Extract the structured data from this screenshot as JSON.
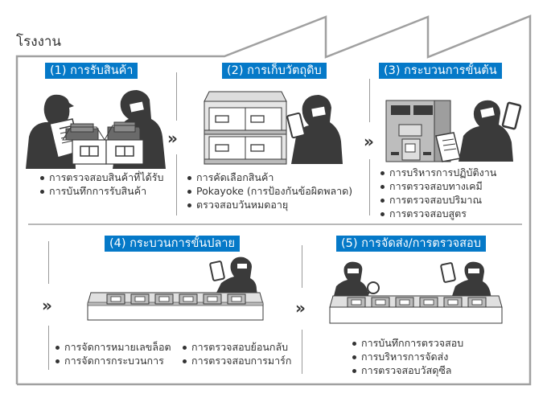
{
  "page_title": "โรงงาน",
  "colors": {
    "accent": "#0579c8",
    "frame": "#a0a0a0",
    "figure": "#3a3a3a",
    "text": "#333333"
  },
  "steps": [
    {
      "label": "(1) การรับสินค้า",
      "items": [
        "การตรวจสอบสินค้าที่ได้รับ",
        "การบันทึกการรับสินค้า"
      ]
    },
    {
      "label": "(2) การเก็บวัตถุดิบ",
      "items": [
        "การคัดเลือกสินค้า",
        "Pokayoke (การป้องกันข้อผิดพลาด)",
        "ตรวจสอบวันหมดอายุ"
      ]
    },
    {
      "label": "(3) กระบวนการขั้นต้น",
      "items": [
        "การบริหารการปฏิบัติงาน",
        "การตรวจสอบทางเคมี",
        "การตรวจสอบปริมาณ",
        "การตรวจสอบสูตร"
      ]
    },
    {
      "label": "(4) กระบวนการขั้นปลาย",
      "items_col1": [
        "การจัดการหมายเลขล็อต",
        "การจัดการกระบวนการ"
      ],
      "items_col2": [
        "การตรวจสอบย้อนกลับ",
        "การตรวจสอบการมาร์ก"
      ]
    },
    {
      "label": "(5) การจัดส่ง/การตรวจสอบ",
      "items": [
        "การบันทึกการตรวจสอบ",
        "การบริหารการจัดส่ง",
        "การตรวจสอบวัสดุซีล"
      ]
    }
  ],
  "flow_arrow_glyph": "»",
  "icons": [
    "worker-with-clipboard",
    "worker-with-scanner",
    "storage-shelf",
    "processing-machine",
    "conveyor-belt",
    "magnifier"
  ]
}
